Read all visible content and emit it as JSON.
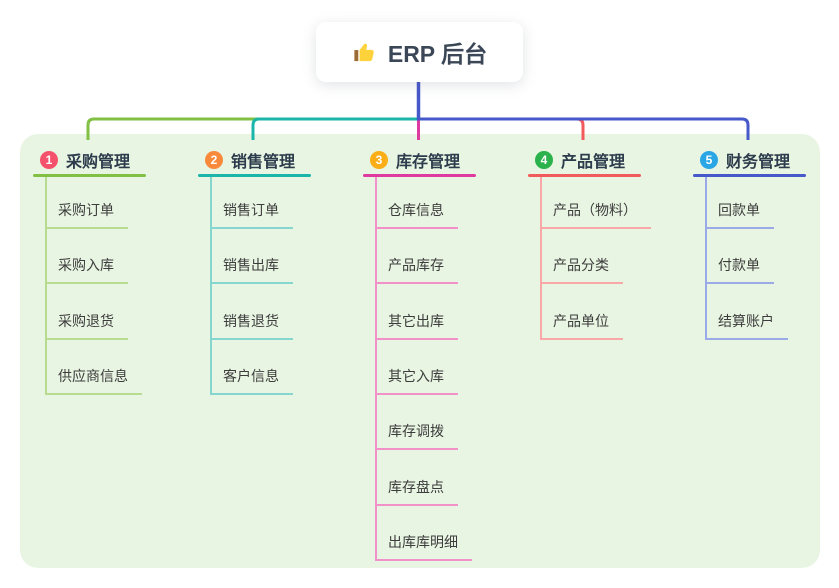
{
  "root": {
    "title": "ERP 后台",
    "icon": "thumbs-up-icon"
  },
  "colors": {
    "panel_bg": "#e9f5e3",
    "root_connector": "#4758ca",
    "root_text": "#3b4757",
    "branch_text": "#2d3c4c",
    "child_text": "#3c3c3c",
    "thumb_yellow": "#fdd23a",
    "thumb_sleeve": "#9c6b35"
  },
  "branches": [
    {
      "badge": "1",
      "label": "采购管理",
      "badge_color": "#f4516c",
      "line_color": "#82c043",
      "child_line_color": "#b8dc8f",
      "children": [
        "采购订单",
        "采购入库",
        "采购退货",
        "供应商信息"
      ]
    },
    {
      "badge": "2",
      "label": "销售管理",
      "badge_color": "#f98a3c",
      "line_color": "#1cb5a9",
      "child_line_color": "#85d6cf",
      "children": [
        "销售订单",
        "销售出库",
        "销售退货",
        "客户信息"
      ]
    },
    {
      "badge": "3",
      "label": "库存管理",
      "badge_color": "#fbae17",
      "line_color": "#df3a9f",
      "child_line_color": "#f190c9",
      "children": [
        "仓库信息",
        "产品库存",
        "其它出库",
        "其它入库",
        "库存调拨",
        "库存盘点",
        "出库库明细"
      ]
    },
    {
      "badge": "4",
      "label": "产品管理",
      "badge_color": "#2bb24c",
      "line_color": "#f15b5b",
      "child_line_color": "#f8a8a6",
      "children": [
        "产品（物料）",
        "产品分类",
        "产品单位"
      ]
    },
    {
      "badge": "5",
      "label": "财务管理",
      "badge_color": "#2ba6e4",
      "line_color": "#4758ca",
      "child_line_color": "#9aaae8",
      "children": [
        "回款单",
        "付款单",
        "结算账户"
      ]
    }
  ]
}
